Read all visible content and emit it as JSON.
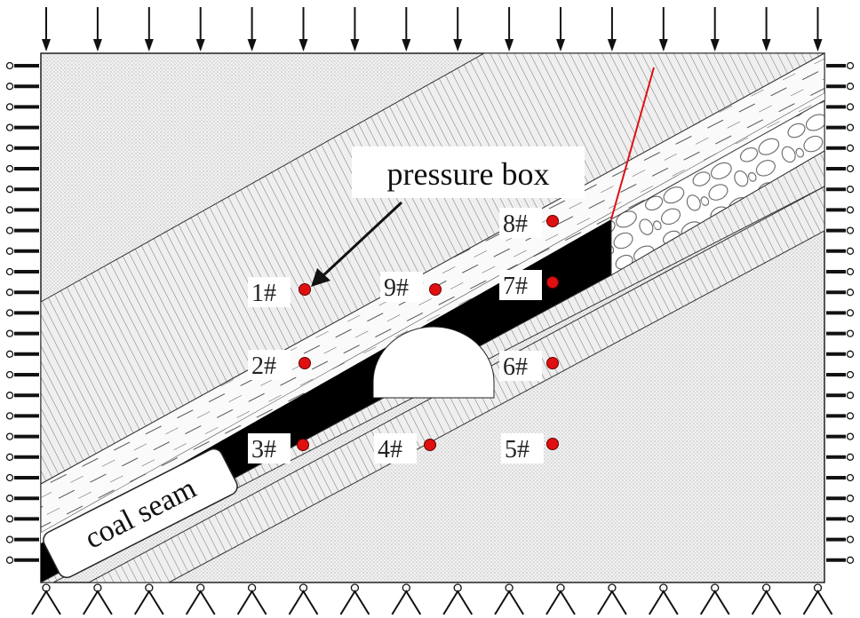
{
  "callout": {
    "text": "pressure box"
  },
  "seam_label": {
    "text": "coal seam"
  },
  "sensors": [
    {
      "id": "1",
      "label": "1#"
    },
    {
      "id": "2",
      "label": "2#"
    },
    {
      "id": "3",
      "label": "3#"
    },
    {
      "id": "4",
      "label": "4#"
    },
    {
      "id": "5",
      "label": "5#"
    },
    {
      "id": "6",
      "label": "6#"
    },
    {
      "id": "7",
      "label": "7#"
    },
    {
      "id": "8",
      "label": "8#"
    },
    {
      "id": "9",
      "label": "9#"
    }
  ],
  "colors": {
    "sensor_dot": "#e01010",
    "fracture_line": "#e01010",
    "coal": "#000000",
    "outline": "#222222"
  }
}
